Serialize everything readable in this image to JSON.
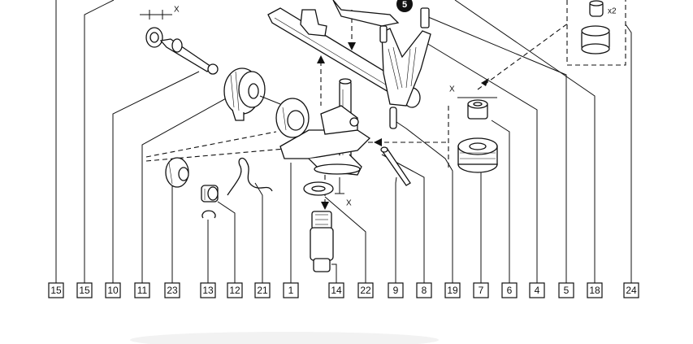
{
  "callouts": [
    {
      "id": "c0",
      "label": "15"
    },
    {
      "id": "c1",
      "label": "15"
    },
    {
      "id": "c2",
      "label": "10"
    },
    {
      "id": "c3",
      "label": "11"
    },
    {
      "id": "c4",
      "label": "23"
    },
    {
      "id": "c5",
      "label": "13"
    },
    {
      "id": "c6",
      "label": "12"
    },
    {
      "id": "c7",
      "label": "21"
    },
    {
      "id": "c8",
      "label": "1"
    },
    {
      "id": "c9",
      "label": "14"
    },
    {
      "id": "c10",
      "label": "22"
    },
    {
      "id": "c11",
      "label": "9"
    },
    {
      "id": "c12",
      "label": "8"
    },
    {
      "id": "c13",
      "label": "19"
    },
    {
      "id": "c14",
      "label": "7"
    },
    {
      "id": "c15",
      "label": "6"
    },
    {
      "id": "c16",
      "label": "4"
    },
    {
      "id": "c17",
      "label": "5"
    },
    {
      "id": "c18",
      "label": "18"
    },
    {
      "id": "c19",
      "label": "24"
    }
  ],
  "annotations": {
    "x_top": "X",
    "x_mid": "X",
    "x_right": "X",
    "x2": "x2",
    "step_badge": "5"
  }
}
